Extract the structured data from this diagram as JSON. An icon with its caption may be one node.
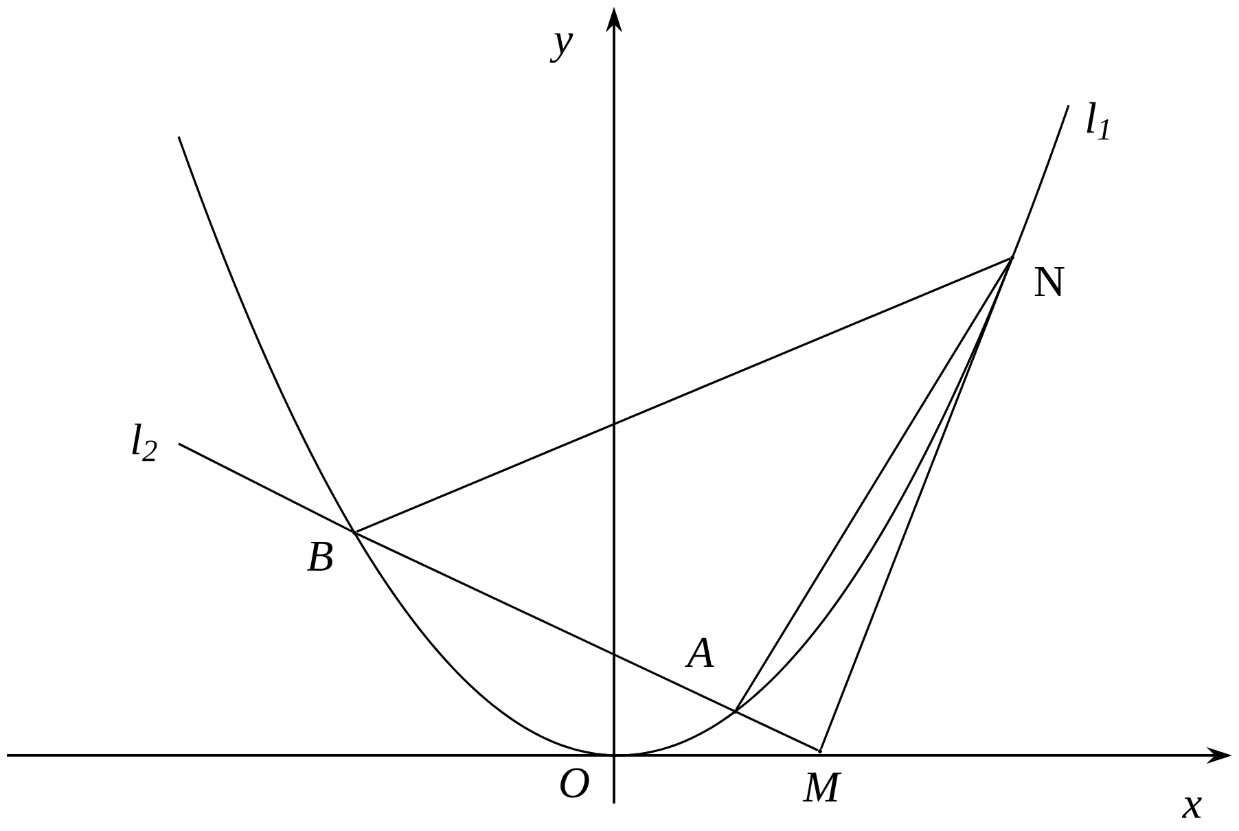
{
  "diagram": {
    "nodes": [
      {
        "text": [
          "N"
        ]
      },
      {
        "text": [
          "B"
        ]
      },
      {
        "text": [
          "A"
        ]
      },
      {
        "text": [
          "O"
        ]
      },
      {
        "text": [
          "M"
        ]
      }
    ],
    "edges": [
      {
        "from": 0,
        "to": 1,
        "arrow": "none"
      },
      {
        "from": 1,
        "to": 4,
        "arrow": "none"
      },
      {
        "from": 2,
        "to": 0,
        "arrow": "none"
      },
      {
        "from": 0,
        "to": 4,
        "arrow": "none"
      }
    ],
    "labels": [
      "y",
      "l$_{1}$",
      "l$_{2}$",
      "x"
    ]
  }
}
